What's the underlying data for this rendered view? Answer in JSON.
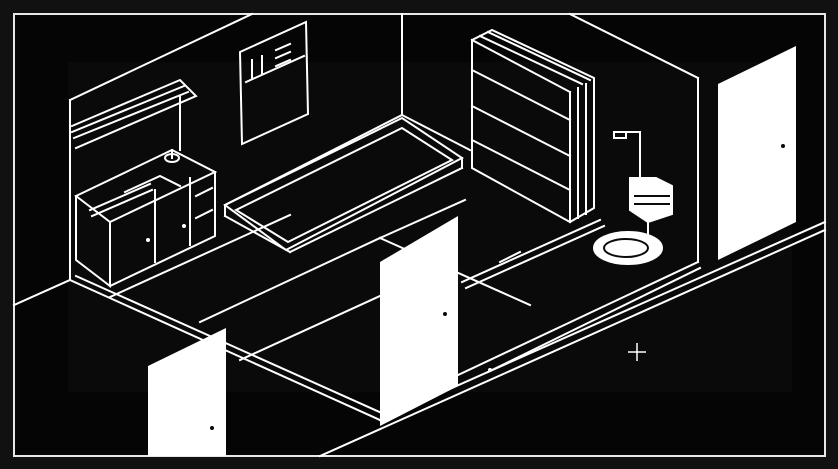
{
  "window": {
    "frame_color": "#e8e8e8",
    "background_color": "#111111",
    "inner_color": "#050505"
  },
  "scene": {
    "kind": "isometric monochrome bathroom",
    "line_color": "#ffffff",
    "fill_color": "#ffffff",
    "objects": [
      "wall-calendar",
      "wall-shelf",
      "kitchen-counter",
      "sink",
      "bathtub",
      "bookshelf",
      "shower-head",
      "toilet",
      "door-left-front",
      "door-middle",
      "door-right"
    ],
    "cursor": {
      "icon": "crosshair-icon"
    }
  }
}
